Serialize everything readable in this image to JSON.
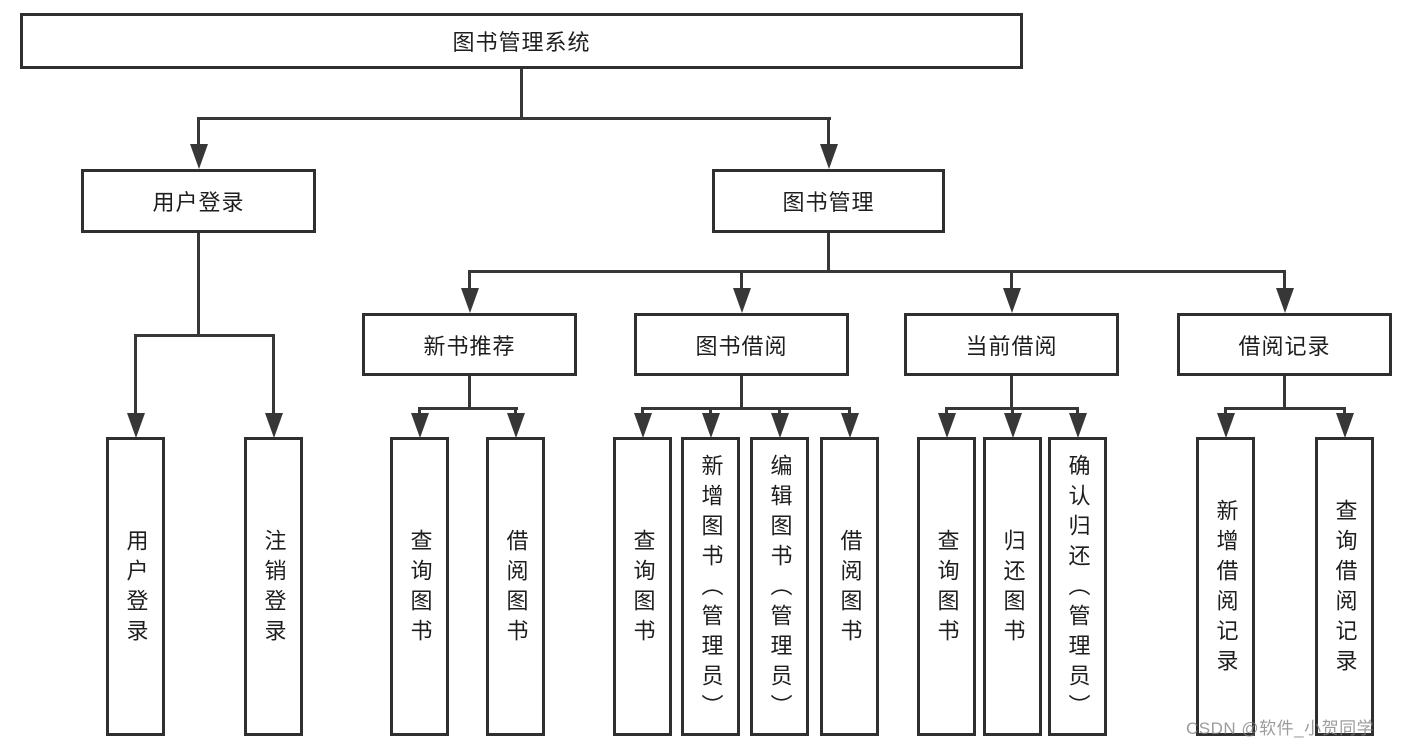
{
  "tree": {
    "root": {
      "label": "图书管理系统",
      "children": [
        {
          "label": "用户登录",
          "children": [
            {
              "label": "用户登录"
            },
            {
              "label": "注销登录"
            }
          ]
        },
        {
          "label": "图书管理",
          "children": [
            {
              "label": "新书推荐",
              "children": [
                {
                  "label": "查询图书"
                },
                {
                  "label": "借阅图书"
                }
              ]
            },
            {
              "label": "图书借阅",
              "children": [
                {
                  "label": "查询图书"
                },
                {
                  "label": "新增图书（管理员）"
                },
                {
                  "label": "编辑图书（管理员）"
                },
                {
                  "label": "借阅图书"
                }
              ]
            },
            {
              "label": "当前借阅",
              "children": [
                {
                  "label": "查询图书"
                },
                {
                  "label": "归还图书"
                },
                {
                  "label": "确认归还（管理员）"
                }
              ]
            },
            {
              "label": "借阅记录",
              "children": [
                {
                  "label": "新增借阅记录"
                },
                {
                  "label": "查询借阅记录"
                }
              ]
            }
          ]
        }
      ]
    }
  },
  "watermark": {
    "text": "CSDN @软件_小贺同学"
  },
  "colors": {
    "line": "#373737",
    "border": "#2f2f2f",
    "text": "#1e1e1e",
    "watermark": "#8c8c8c",
    "background": "#ffffff"
  }
}
